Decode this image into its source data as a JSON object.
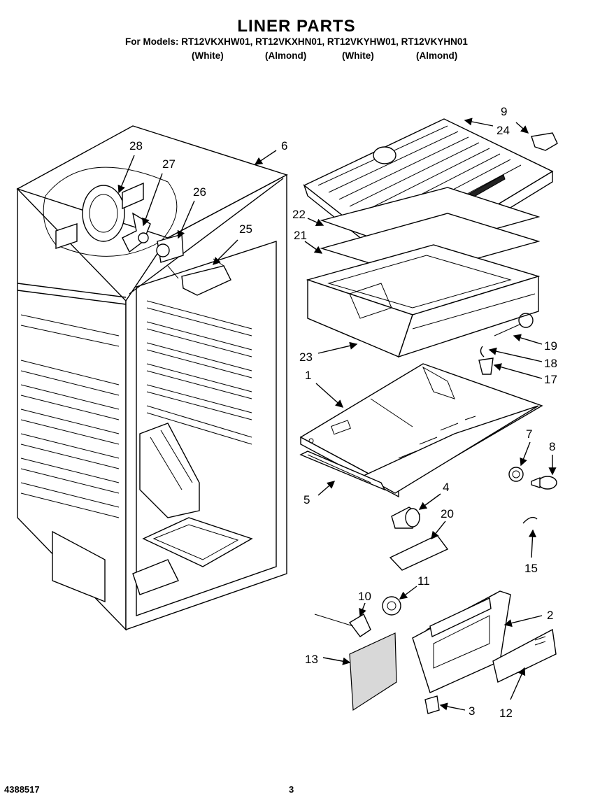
{
  "header": {
    "title": "LINER PARTS",
    "models": "For Models: RT12VKXHW01, RT12VKXHN01, RT12VKYHW01, RT12VKYHN01",
    "colors": [
      "(White)",
      "(Almond)",
      "(White)",
      "(Almond)"
    ]
  },
  "footer": {
    "doc_number": "4388517",
    "page_number": "3"
  },
  "callouts": [
    "1",
    "2",
    "3",
    "4",
    "5",
    "6",
    "7",
    "8",
    "9",
    "10",
    "11",
    "12",
    "13",
    "15",
    "17",
    "18",
    "19",
    "20",
    "21",
    "22",
    "23",
    "24",
    "25",
    "26",
    "27",
    "28"
  ]
}
